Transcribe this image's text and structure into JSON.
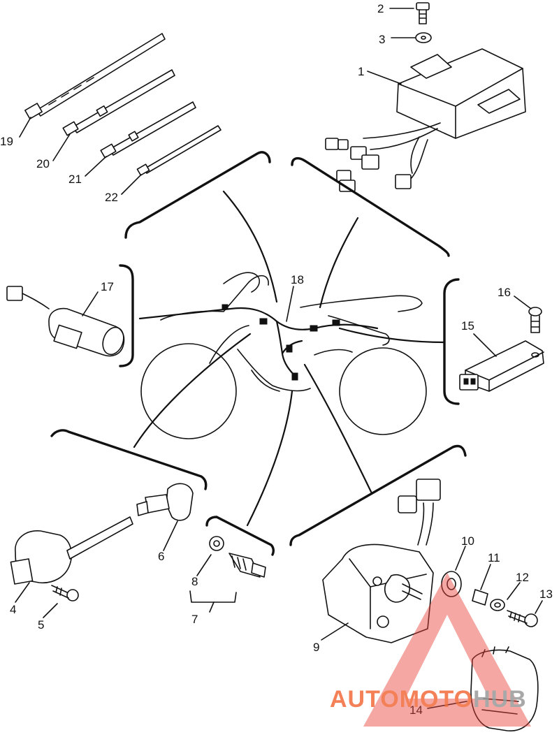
{
  "callouts": {
    "c1": "1",
    "c2": "2",
    "c3": "3",
    "c4": "4",
    "c5": "5",
    "c6": "6",
    "c7": "7",
    "c8": "8",
    "c9": "9",
    "c10": "10",
    "c11": "11",
    "c12": "12",
    "c13": "13",
    "c14": "14",
    "c15": "15",
    "c16": "16",
    "c17": "17",
    "c18": "18",
    "c19": "19",
    "c20": "20",
    "c21": "21",
    "c22": "22"
  },
  "watermark": {
    "part1": "AUTOMOTO",
    "part2": "HUB",
    "color_primary": "#f26b3a",
    "color_secondary": "#9a9a9a",
    "triangle_color": "#e8413a"
  }
}
